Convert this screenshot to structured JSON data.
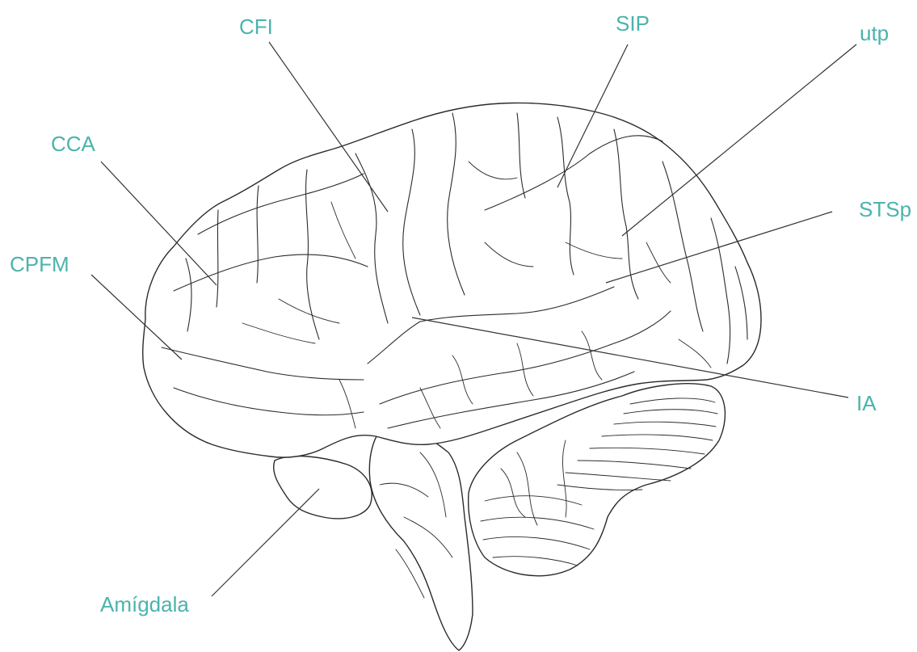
{
  "colors": {
    "label": "#4bb3ad",
    "line": "#2b2b2b",
    "background": "#ffffff"
  },
  "labels": {
    "cfi": "CFI",
    "sip": "SIP",
    "utp": "utp",
    "cca": "CCA",
    "stsp": "STSp",
    "cpfm": "CPFM",
    "ia": "IA",
    "amigdala": "Amígdala"
  }
}
